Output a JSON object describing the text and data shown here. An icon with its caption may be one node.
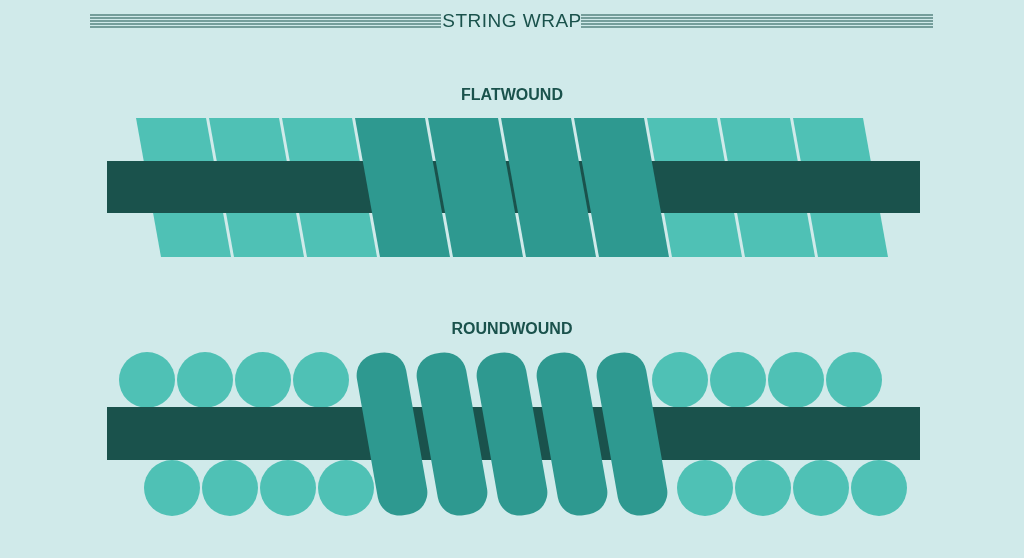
{
  "diagram": {
    "title": "STRING WRAP",
    "labels": [
      "FLATWOUND",
      "ROUNDWOUND"
    ]
  }
}
